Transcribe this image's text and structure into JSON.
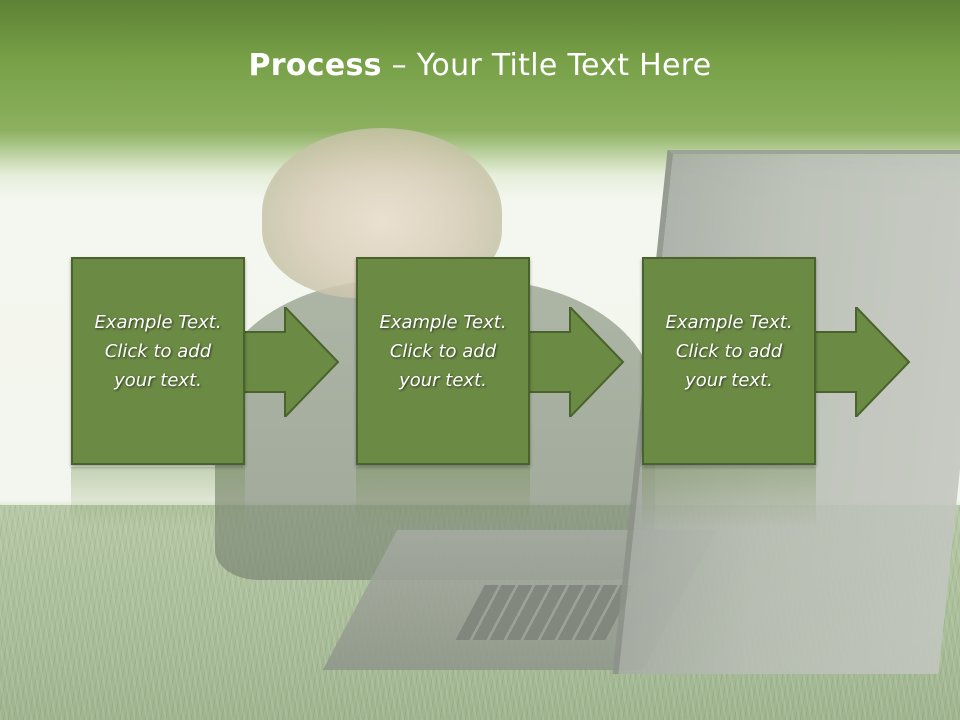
{
  "title": {
    "bold": "Process",
    "rest": " – Your Title Text Here"
  },
  "steps": [
    {
      "text": "Example Text.\nClick  to add\nyour text."
    },
    {
      "text": "Example Text.\nClick  to add\nyour text."
    },
    {
      "text": "Example Text.\nClick  to add\nyour text."
    }
  ],
  "colors": {
    "box_fill": "#6b8a44",
    "box_border": "#4a632c",
    "title_band": "#6a9140",
    "title_text": "#ffffff"
  },
  "icons": [
    "arrow-right-icon"
  ]
}
